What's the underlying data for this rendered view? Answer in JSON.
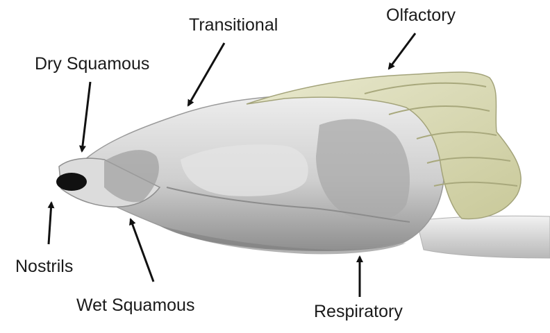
{
  "labels": {
    "transitional": "Transitional",
    "olfactory": "Olfactory",
    "dry_squamous": "Dry Squamous",
    "nostrils": "Nostrils",
    "wet_squamous": "Wet Squamous",
    "respiratory": "Respiratory"
  },
  "colors": {
    "olfactory_region": "#dcdcb4",
    "epithelium_surface": "#d8d8d8",
    "epithelium_shadow": "#9c9c9c",
    "nostril_opening": "#111111",
    "arrow": "#111111"
  }
}
